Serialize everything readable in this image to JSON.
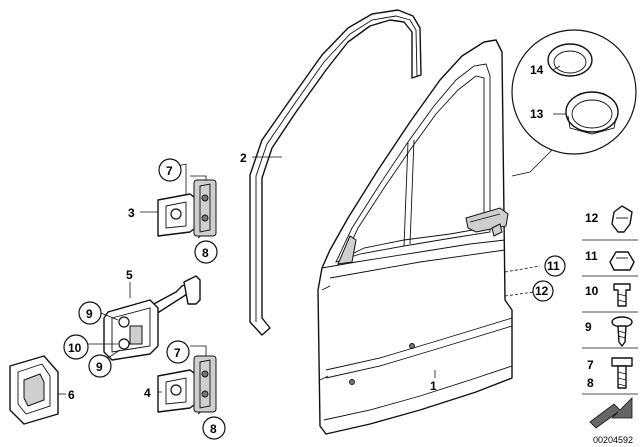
{
  "callouts": {
    "door_shell": "1",
    "door_seal": "2",
    "upper_hinge": "3",
    "lower_hinge": "4",
    "door_check": "5",
    "grommet": "6",
    "upper_bolt": "7",
    "upper_nut": "8",
    "upper_bolt_lower": "7",
    "lower_nut": "8",
    "check_screw_top": "9",
    "check_rivet": "10",
    "check_screw_bottom": "9",
    "door_pin_a": "11",
    "door_pin_b": "12",
    "plug_small": "14",
    "plug_large": "13"
  },
  "legend": {
    "item_12": "12",
    "item_11": "11",
    "item_10": "10",
    "item_9": "9",
    "item_7": "7",
    "item_8": "8"
  },
  "document_number": "00204592"
}
